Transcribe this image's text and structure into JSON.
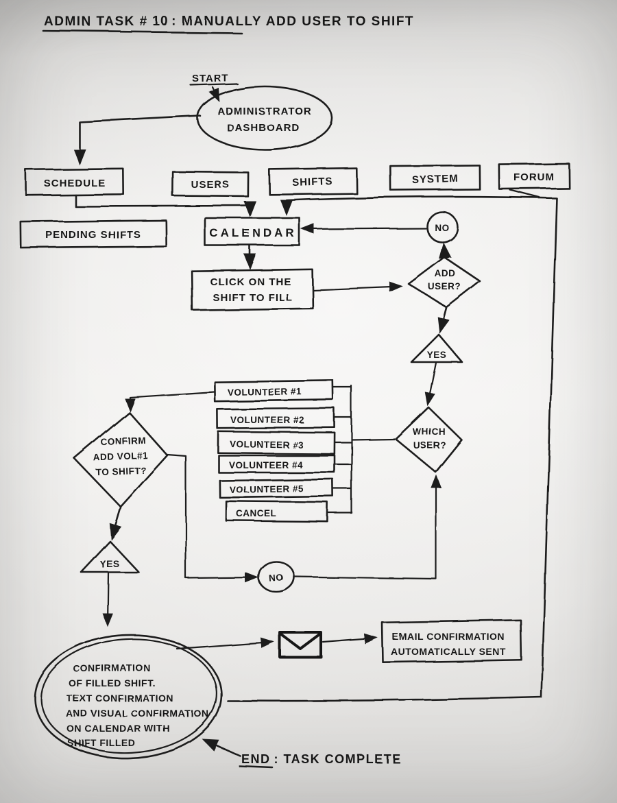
{
  "title": {
    "underlined_part": "ADMIN TASK # 10",
    "rest": ": MANUALLY ADD  USER  TO  SHIFT"
  },
  "annotations": {
    "start_label": "START",
    "end_underlined": "END",
    "end_rest": ": TASK COMPLETE"
  },
  "nodes": {
    "dashboard": {
      "lines": [
        "ADMINISTRATOR",
        "DASHBOARD"
      ]
    },
    "nav": [
      {
        "label": "SCHEDULE"
      },
      {
        "label": "USERS"
      },
      {
        "label": "SHIFTS"
      },
      {
        "label": "SYSTEM"
      },
      {
        "label": "FORUM"
      }
    ],
    "pending_shifts": {
      "label": "PENDING SHIFTS"
    },
    "calendar": {
      "label": "CALENDAR"
    },
    "click_shift": {
      "lines": [
        "CLICK  ON  THE",
        "SHIFT  TO  FILL"
      ]
    },
    "add_user_decision": {
      "lines": [
        "ADD",
        "USER?"
      ],
      "no_label": "NO",
      "yes_label": "YES"
    },
    "which_user_decision": {
      "lines": [
        "WHICH",
        "USER?"
      ]
    },
    "user_options": [
      {
        "label": "VOLUNTEER #1"
      },
      {
        "label": "VOLUNTEER #2"
      },
      {
        "label": "VOLUNTEER #3"
      },
      {
        "label": "VOLUNTEER #4"
      },
      {
        "label": "VOLUNTEER #5"
      },
      {
        "label": "CANCEL"
      }
    ],
    "confirm_decision": {
      "lines": [
        "CONFIRM",
        "ADD VOL#1",
        "TO SHIFT?"
      ],
      "yes_label": "YES",
      "no_label": "NO"
    },
    "confirmation_end": {
      "lines": [
        "CONFIRMATION",
        "OF FILLED SHIFT.",
        "TEXT CONFIRMATION",
        "AND VISUAL CONFIRMATION",
        "ON CALENDAR WITH",
        "SHIFT FILLED"
      ]
    },
    "email_note": {
      "lines": [
        "EMAIL CONFIRMATION",
        "AUTOMATICALLY  SENT"
      ]
    }
  },
  "icons": {
    "envelope": "envelope-email-icon"
  },
  "colors": {
    "ink": "#1d1d1d",
    "paper_light": "#f1f0ee",
    "paper_dark": "#c7c6c4"
  }
}
